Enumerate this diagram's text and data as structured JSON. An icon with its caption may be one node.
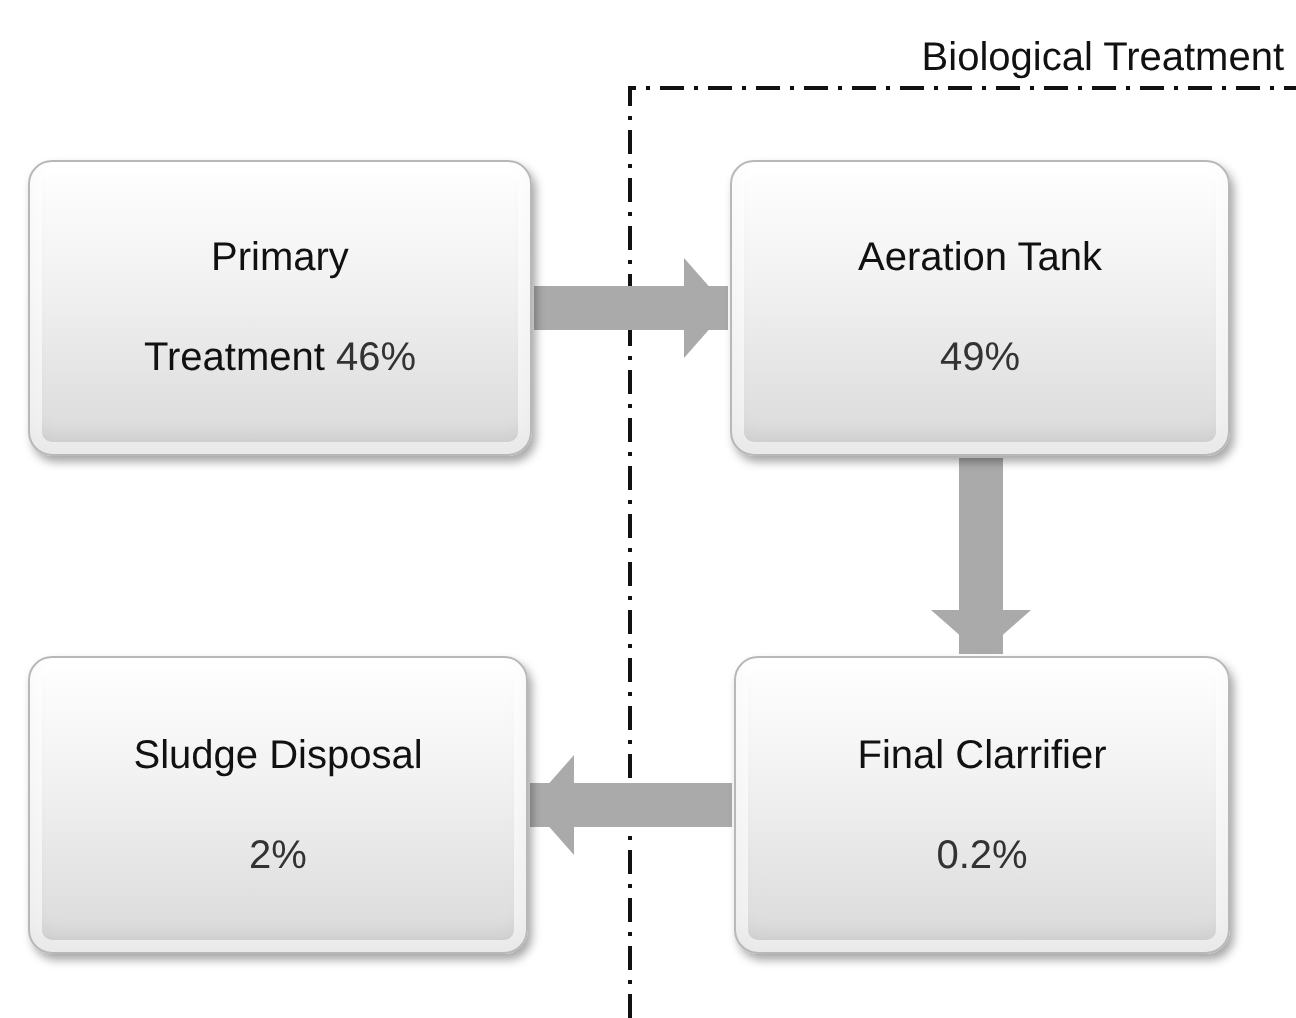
{
  "diagram": {
    "nodes": [
      {
        "text": [
          "Primary Treatment",
          "46%"
        ]
      },
      {
        "text": [
          "Aeration Tank",
          "49%"
        ]
      },
      {
        "text": [
          "Final Clarrifier",
          "0.2%"
        ]
      },
      {
        "text": [
          "Sludge Disposal",
          "2%"
        ]
      }
    ],
    "edges": [
      {
        "from": 0,
        "to": 1,
        "arrow": "to"
      },
      {
        "from": 1,
        "to": 2,
        "arrow": "to"
      },
      {
        "from": 2,
        "to": 3,
        "arrow": "to"
      }
    ],
    "labels": [
      "Biological Treatment"
    ]
  }
}
